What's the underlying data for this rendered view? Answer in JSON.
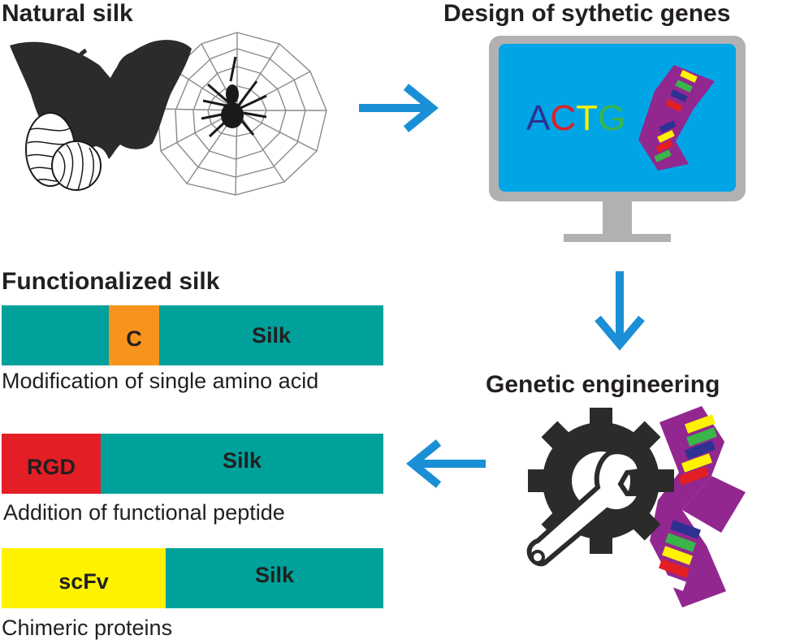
{
  "headings": {
    "natural_silk": "Natural silk",
    "design_genes": "Design of sythetic genes",
    "genetic_engineering": "Genetic engineering",
    "functionalized_silk": "Functionalized silk"
  },
  "screen_text": {
    "letters": [
      "A",
      "C",
      "T",
      "G"
    ]
  },
  "bars": [
    {
      "segments": [
        "",
        "C",
        "Silk"
      ],
      "caption": "Modification of single amino acid"
    },
    {
      "segments": [
        "RGD",
        "Silk"
      ],
      "caption": "Addition of functional peptide"
    },
    {
      "segments": [
        "scFv",
        "Silk"
      ],
      "caption": "Chimeric proteins"
    }
  ],
  "colors": {
    "silk_teal": "#00a19a",
    "cysteine_orange": "#f7941d",
    "rgd_red": "#e31e24",
    "scfv_yellow": "#fff200",
    "arrow_blue": "#1b8fd6",
    "screen_blue": "#00a5e6",
    "monitor_gray": "#b1b1b1",
    "dna_purple": "#92278f",
    "letter_A": "#2e3192",
    "letter_C": "#e31e24",
    "letter_T": "#fff200",
    "letter_G": "#39b54a"
  },
  "icons": [
    "moth-icon",
    "cocoon-icon",
    "spider-web-icon",
    "spider-icon",
    "monitor-icon",
    "dna-icon",
    "gear-icon",
    "wrench-icon",
    "arrow-right-icon",
    "arrow-down-icon",
    "arrow-left-icon"
  ]
}
